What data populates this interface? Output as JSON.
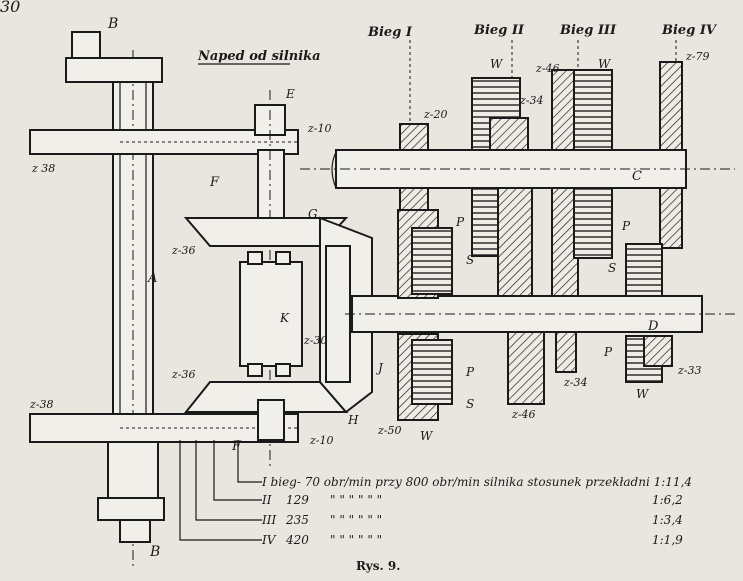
{
  "figure": {
    "caption": "Rys. 9.",
    "drive_label": "Naped od silnika"
  },
  "gears": {
    "bieg_1": "Bieg I",
    "bieg_2": "Bieg II",
    "bieg_3": "Bieg III",
    "bieg_4": "Bieg IV"
  },
  "labels": {
    "B_top": "B",
    "B_bottom": "B",
    "E": "E",
    "F_top": "F",
    "F_bottom": "F",
    "A": "A",
    "G": "G",
    "K": "K",
    "J": "J",
    "H": "H",
    "C": "C",
    "D": "D",
    "W_2": "W",
    "W_3": "W",
    "W_lower": "W",
    "W_bottom": "W",
    "P_1": "P",
    "P_2": "P",
    "P_3": "P",
    "P_4": "P",
    "S_1": "S",
    "S_2": "S",
    "S_3": "S"
  },
  "teeth": {
    "z38_top": "z 38",
    "z38_bottom": "z-38",
    "z10_top": "z-10",
    "z10_bottom": "z-10",
    "z36_top": "z-36",
    "z36_bottom": "z-36",
    "z30": "z-30",
    "z20": "z-20",
    "z34_top": "z-34",
    "z46_top": "z-46",
    "z79": "z-79",
    "z50": "z-50",
    "z46_bottom": "z-46",
    "z34_bottom": "z-34",
    "z33": "z-33"
  },
  "ratio_table": {
    "row1": "I bieg- 70 obr/min przy 800 obr/min silnika stosunek przekładni 1:11,4",
    "rows": [
      {
        "gear": "II",
        "rpm": "129",
        "ditto": "\"    \"    \"    \"    \"    \"",
        "ratio": "1:6,2"
      },
      {
        "gear": "III",
        "rpm": "235",
        "ditto": "\"    \"    \"    \"    \"    \"",
        "ratio": "1:3,4"
      },
      {
        "gear": "IV",
        "rpm": "420",
        "ditto": "\"    \"    \"    \"    \"    \"",
        "ratio": "1:1,9"
      }
    ]
  },
  "corner_mark": "30"
}
